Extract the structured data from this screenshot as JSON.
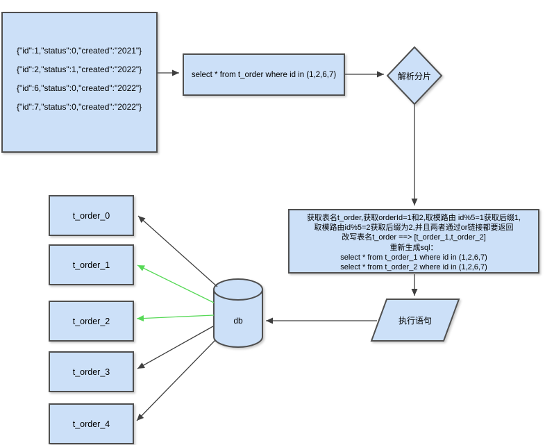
{
  "colors": {
    "node_fill": "#cce0f8",
    "node_border": "#4f4f4f",
    "arrow": "#3f3f3f",
    "arrow_highlight": "#57d957",
    "canvas_bg": "#ffffff"
  },
  "nodes": {
    "records_box": {
      "lines": [
        "{\"id\":1,\"status\":0,\"created\":\"2021\"}",
        "{\"id\":2,\"status\":1,\"created\":\"2022\"}",
        "{\"id\":6,\"status\":0,\"created\":\"2022\"}",
        "{\"id\":7,\"status\":0,\"created\":\"2022\"}"
      ]
    },
    "query_box": {
      "label": "select * from t_order where id in (1,2,6,7)"
    },
    "parse_diamond": {
      "label": "解析分片"
    },
    "logic_box": {
      "lines": [
        "获取表名t_order,获取orderId=1和2,取模路由 id%5=1获取后缀1,",
        "取模路由id%5=2获取后缀为2,并且两者通过or链接都要返回",
        "改写表名t_order ==> [t_order_1,t_order_2]",
        "重新生成sql：",
        "select * from t_order_1 where id in (1,2,6,7)",
        "select * from t_order_2 where id in (1,2,6,7)"
      ]
    },
    "execute_parallelogram": {
      "label": "执行语句"
    },
    "db_cylinder": {
      "label": "db"
    },
    "tables": [
      {
        "label": "t_order_0"
      },
      {
        "label": "t_order_1"
      },
      {
        "label": "t_order_2"
      },
      {
        "label": "t_order_3"
      },
      {
        "label": "t_order_4"
      }
    ]
  }
}
